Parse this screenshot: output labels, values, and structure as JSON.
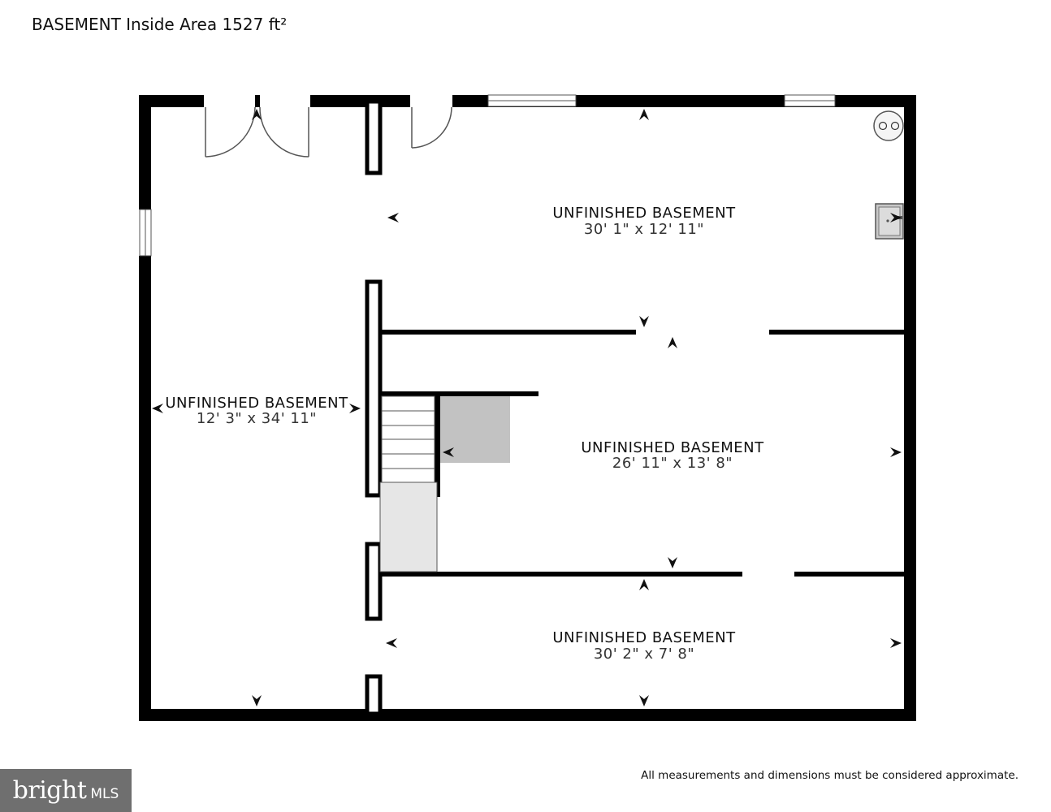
{
  "header": {
    "title": "BASEMENT Inside Area 1527 ft²"
  },
  "rooms": [
    {
      "name": "UNFINISHED BASEMENT",
      "dimensions": "30' 1\" x 12' 11\""
    },
    {
      "name": "UNFINISHED BASEMENT",
      "dimensions": "12' 3\" x 34' 11\""
    },
    {
      "name": "UNFINISHED BASEMENT",
      "dimensions": "26' 11\" x 13' 8\""
    },
    {
      "name": "UNFINISHED BASEMENT",
      "dimensions": "30' 2\" x 7' 8\""
    }
  ],
  "footer": {
    "disclaimer": "All measurements and dimensions must be considered approximate.",
    "logo_brand": "bright",
    "logo_mls": "MLS"
  },
  "icons": [
    "dimension-arrow-icon",
    "water-heater-icon",
    "utility-sink-icon",
    "stairs-icon"
  ]
}
